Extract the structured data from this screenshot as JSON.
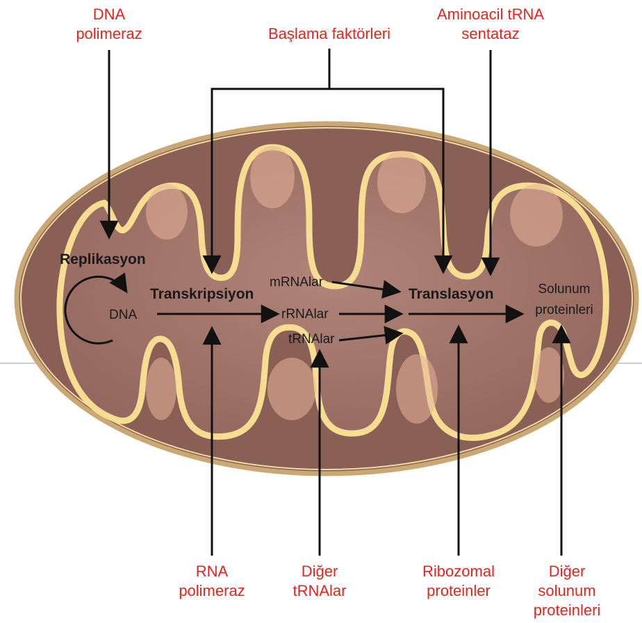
{
  "external_labels": {
    "dna_polymerase": [
      "DNA",
      "polimeraz"
    ],
    "initiation_factors": [
      "Başlama faktörleri"
    ],
    "aminoacyl_trna_synthetase": [
      "Aminoacil tRNA",
      "sentataz"
    ],
    "rna_polymerase": [
      "RNA",
      "polimeraz"
    ],
    "other_trnas": [
      "Diğer",
      "tRNAlar"
    ],
    "ribosomal_proteins": [
      "Ribozomal",
      "proteinler"
    ],
    "other_respiratory_proteins": [
      "Diğer",
      "solunum",
      "proteinleri"
    ]
  },
  "internal_labels": {
    "replication": "Replikasyon",
    "dna": "DNA",
    "transcription": "Transkripsiyon",
    "mrnas": "mRNAlar",
    "rrnas": "rRNAlar",
    "trnas": "tRNAlar",
    "translation": "Translasyon",
    "respiratory_proteins": [
      "Solunum",
      "proteinleri"
    ]
  },
  "colors": {
    "outer_membrane": "#c9a874",
    "membrane_highlight": "#f6dd92",
    "intermembrane": "#8a5f56",
    "matrix": "#a67c72",
    "cristae_glow": "#e7b59a",
    "label_red": "#e8231c",
    "arrow": "#111111"
  }
}
